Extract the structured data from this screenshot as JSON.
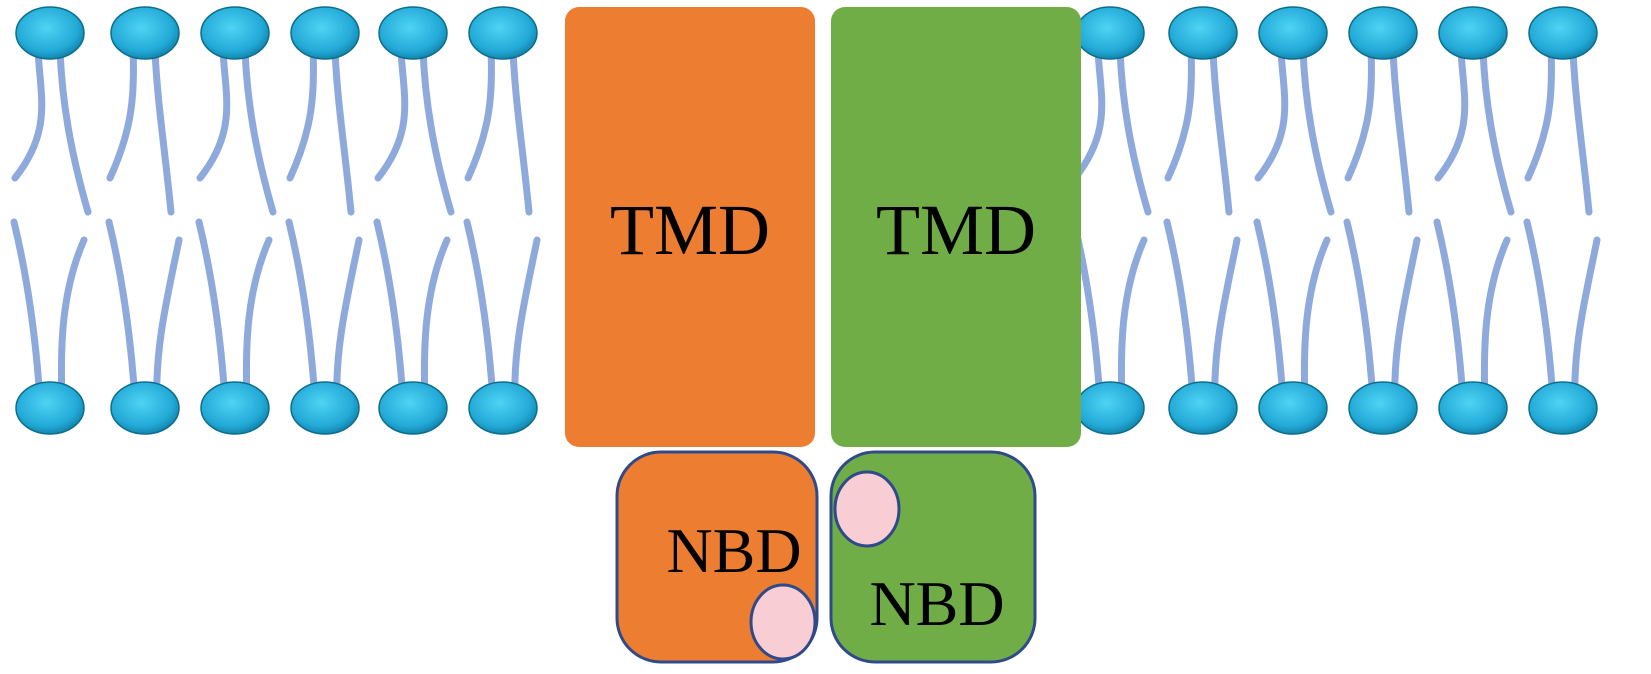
{
  "colors": {
    "background": "#ffffff",
    "lipid_head": "#29b6e0",
    "lipid_head_edge": "#0d6e8c",
    "lipid_tail": "#8ea9dc",
    "domain_orange": "#ed7d31",
    "domain_green": "#70ad47",
    "nbd_outline": "#2f4a8a",
    "binding_site": "#f8cdd3"
  },
  "domains": {
    "tmd_left": {
      "label": "TMD"
    },
    "tmd_right": {
      "label": "TMD"
    },
    "nbd_left": {
      "label": "NBD"
    },
    "nbd_right": {
      "label": "NBD"
    }
  },
  "icons": {
    "lipid_head": "phospholipid-head-icon",
    "binding_site": "atp-binding-site-icon"
  }
}
